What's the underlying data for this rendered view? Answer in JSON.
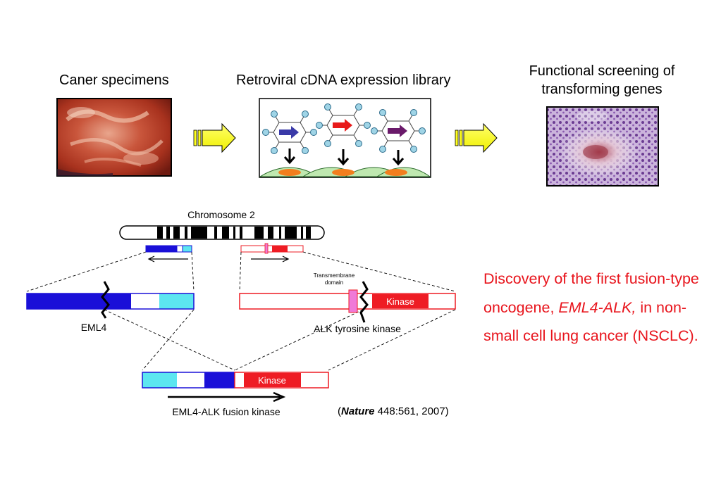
{
  "steps": [
    {
      "label": "Caner specimens"
    },
    {
      "label": "Retroviral cDNA expression library"
    },
    {
      "label_lines": [
        "Functional screening of",
        "transforming genes"
      ]
    }
  ],
  "diagram": {
    "chromosome_label": "Chromosome 2",
    "eml4_label": "EML4",
    "alk_label": "ALK tyrosine kinase",
    "transmembrane_label_lines": [
      "Transmembrane",
      "domain"
    ],
    "kinase_label": "Kinase",
    "fusion_label": "EML4-ALK fusion kinase"
  },
  "summary": {
    "part1": "Discovery of the first fusion-type oncogene, ",
    "gene": "EML4-ALK,",
    "part2": " in non-small cell lung cancer (NSCLC)."
  },
  "citation": {
    "open": "(",
    "journal": "Nature",
    "details": " 448:561, 2007)"
  },
  "colors": {
    "eml4_dark": "#1a10d8",
    "eml4_light": "#5ce6f0",
    "alk_red": "#ee1c24",
    "transmembrane": "#f07ad8",
    "arrow_yellow": "#ffff1e",
    "summary_text": "#e8141c"
  }
}
